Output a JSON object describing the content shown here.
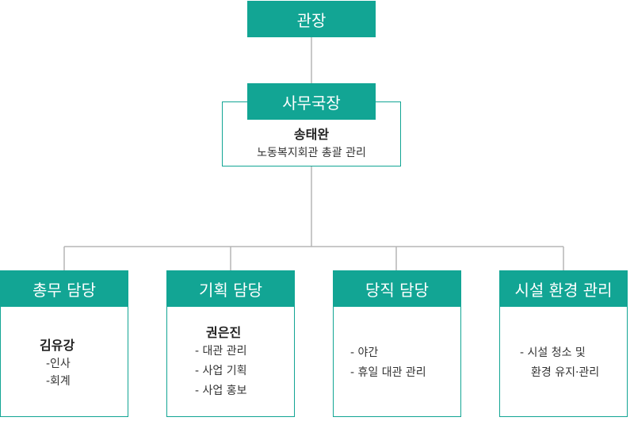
{
  "director": {
    "title": "관장"
  },
  "secretary_general": {
    "title": "사무국장",
    "name": "송태완",
    "role": "노동복지회관 총괄 관리"
  },
  "departments": [
    {
      "title": "총무 담당",
      "name": "김유강",
      "duties": [
        "-인사",
        "-회계"
      ]
    },
    {
      "title": "기획 담당",
      "name": "권은진",
      "duties": [
        "- 대관 관리",
        "- 사업 기획",
        "- 사업 홍보"
      ]
    },
    {
      "title": "당직 담당",
      "name": "",
      "duties": [
        "- 야간",
        "- 휴일 대관 관리"
      ]
    },
    {
      "title": "시설 환경 관리",
      "name": "",
      "duties": [
        "- 시설 청소 및",
        "환경 유지·관리"
      ]
    }
  ],
  "colors": {
    "accent": "#12a594",
    "connector": "#b5b5b5",
    "text": "#333333"
  }
}
